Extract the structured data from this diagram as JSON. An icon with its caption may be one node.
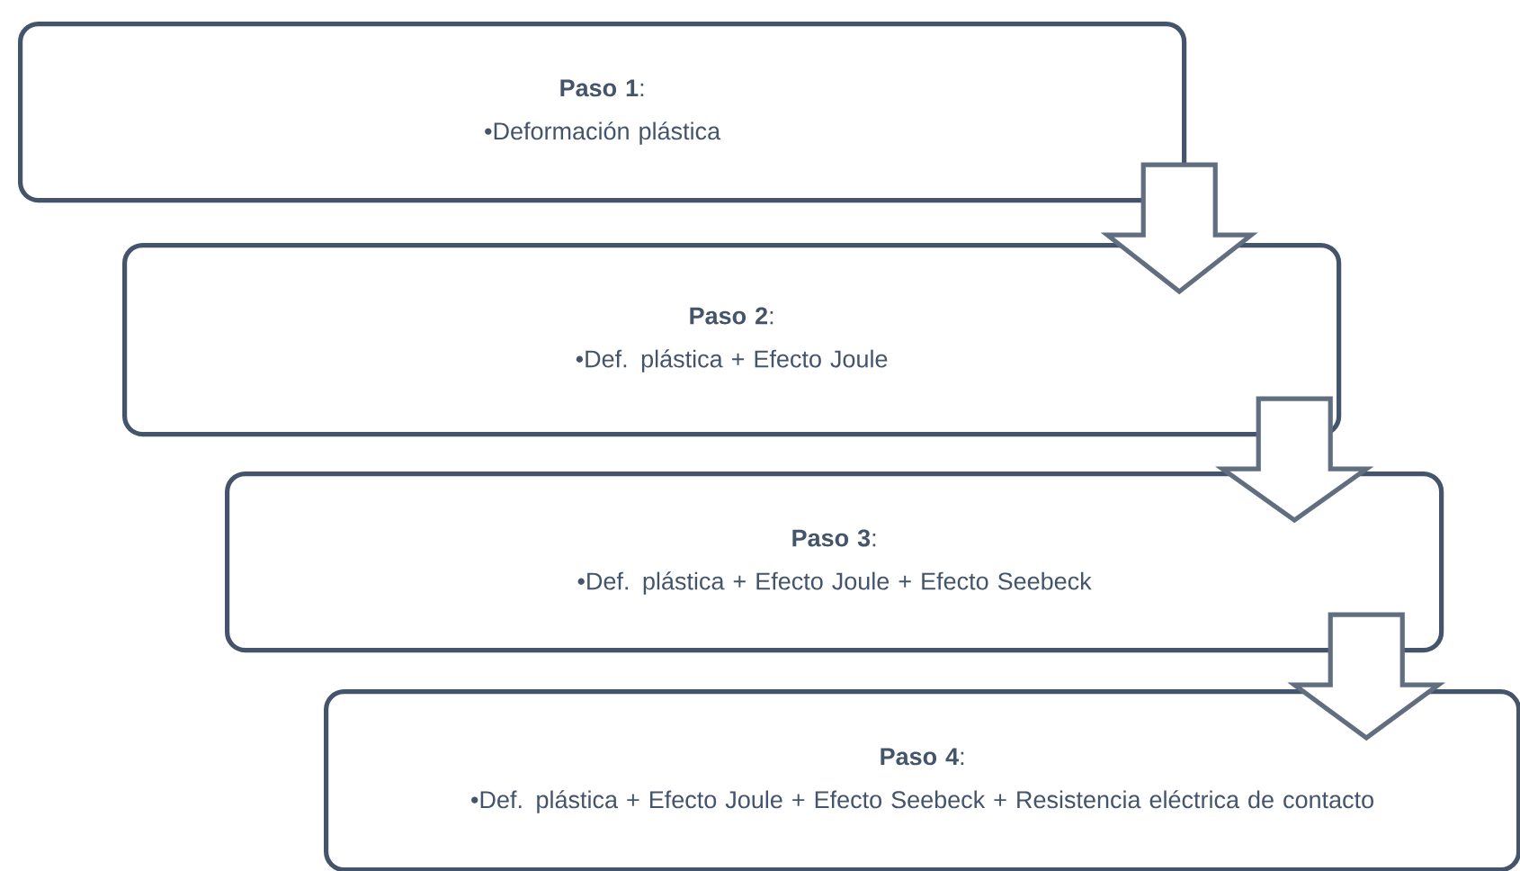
{
  "diagram": {
    "nodes": [
      {
        "text": [
          "**Paso 1**:",
          "•Deformación plástica"
        ]
      },
      {
        "text": [
          "**Paso 2**:",
          "•Def. plástica + Efecto Joule"
        ]
      },
      {
        "text": [
          "**Paso 3**:",
          "•Def. plástica + Efecto Joule + Efecto Seebeck"
        ]
      },
      {
        "text": [
          "**Paso 4**:",
          "•Def. plástica + Efecto Joule + Efecto Seebeck + Resistencia eléctrica de contacto"
        ]
      }
    ],
    "edges": [
      {
        "from": 0,
        "to": 1,
        "arrow": "to"
      },
      {
        "from": 1,
        "to": 2,
        "arrow": "to"
      },
      {
        "from": 2,
        "to": 3,
        "arrow": "to"
      }
    ]
  }
}
